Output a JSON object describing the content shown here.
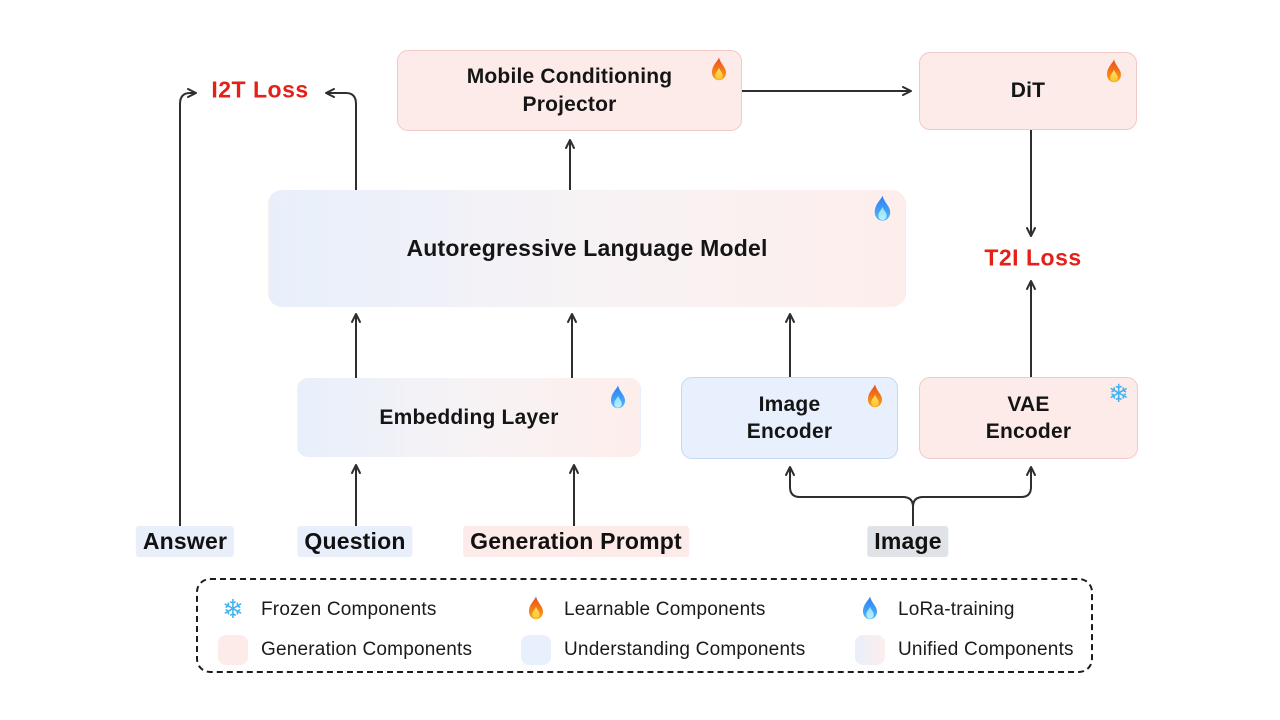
{
  "diagram": {
    "nodes": {
      "mcp": {
        "label": "Mobile Conditioning Projector",
        "icon": "fire",
        "style": "generation"
      },
      "dit": {
        "label": "DiT",
        "icon": "fire",
        "style": "generation"
      },
      "alm": {
        "label": "Autoregressive Language Model",
        "icon": "blue-fire",
        "style": "unified"
      },
      "embedding": {
        "label": "Embedding Layer",
        "icon": "blue-fire",
        "style": "unified"
      },
      "image_encoder": {
        "label": "Image Encoder",
        "icon": "fire",
        "style": "understanding"
      },
      "vae_encoder": {
        "label": "VAE Encoder",
        "icon": "snowflake",
        "style": "generation"
      }
    },
    "losses": {
      "i2t": "I2T Loss",
      "t2i": "T2I Loss"
    },
    "inputs": {
      "answer": "Answer",
      "question": "Question",
      "generation_prompt": "Generation Prompt",
      "image": "Image"
    },
    "legend": {
      "items": [
        {
          "icon": "snowflake",
          "label": "Frozen Components"
        },
        {
          "icon": "fire",
          "label": "Learnable Components"
        },
        {
          "icon": "blue-fire",
          "label": "LoRa-training"
        },
        {
          "swatch": "generation",
          "label": "Generation Components"
        },
        {
          "swatch": "understanding",
          "label": "Understanding Components"
        },
        {
          "swatch": "unified",
          "label": "Unified Components"
        }
      ]
    },
    "icons": {
      "snowflake_glyph": "❄"
    },
    "colors": {
      "loss_red": "#e32119",
      "generation_fill": "#fcebe9",
      "generation_border": "#f2c9c6",
      "understanding_fill": "#e7f0fc",
      "understanding_border": "#c2d9f3",
      "unified_gradient_left": "#e8effb",
      "unified_gradient_right": "#fdeeec",
      "answer_highlight": "#e8eefa",
      "question_highlight": "#e8eefa",
      "generation_prompt_highlight": "#fcebe9",
      "image_highlight": "#dfe3e8",
      "arrow": "#2e2e2e",
      "snowflake_blue": "#3fb2f2"
    }
  }
}
